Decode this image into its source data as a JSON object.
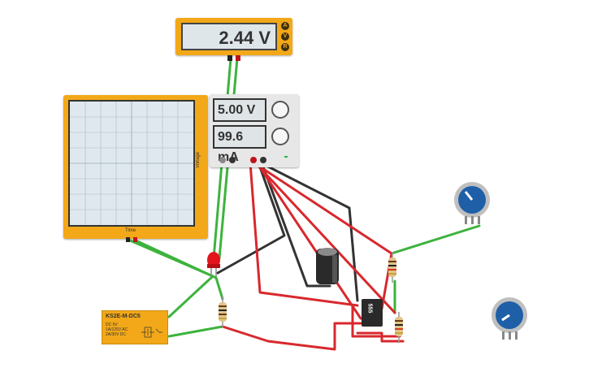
{
  "multimeter": {
    "reading": "2.44 V",
    "mode_buttons": [
      "A",
      "V",
      "R"
    ]
  },
  "oscilloscope": {
    "y_label": "Voltage",
    "x_label": "Time"
  },
  "power_supply": {
    "voltage": "5.00 V",
    "current": "99.6 mA"
  },
  "relay": {
    "title": "KS2E-M-DC5",
    "specs": [
      "DC 5V",
      "1A/125V AC",
      "2A/30V DC"
    ]
  },
  "timer": {
    "label": "555"
  },
  "colors": {
    "wire_green": "#3db33d",
    "wire_red": "#d8282d",
    "wire_black": "#333333",
    "instrument_body": "#f2a818",
    "pot_blue": "#1f5fa8"
  }
}
